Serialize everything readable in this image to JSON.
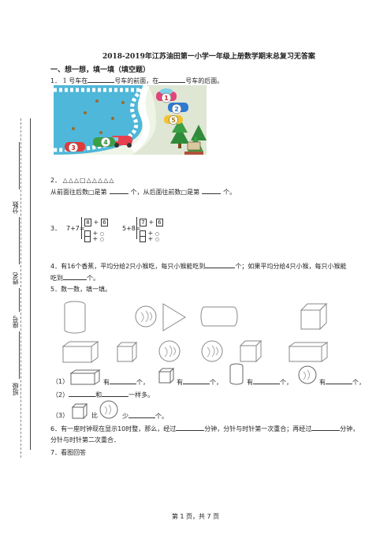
{
  "title": "2018-2019年江苏油田第一小学一年级上册数学期末总复习无答案",
  "section1": "一、想一想，填一填（填空题）",
  "q1": {
    "num": "1．",
    "icon_text": "1",
    "part_a": "号车在",
    "part_b": "号车的前面，在",
    "part_c": "号车的后面。"
  },
  "q2": {
    "num": "2．",
    "sequence": "△△△□△△△△△",
    "line_a": "从前面往后数□是第",
    "line_b": "个，从后面往前数□是第",
    "line_c": "个。"
  },
  "q3": {
    "num": "3．",
    "eq1": "7+7=",
    "eq1_top_a": "8",
    "eq1_top_b": "6",
    "eq2": "5+8=",
    "eq2_top_a": "7",
    "eq2_top_b": "6",
    "plus": "+"
  },
  "q4": {
    "num": "4．",
    "line1_a": "有16个香蕉，平均分给2只小猴吃，每只小猴能吃到",
    "line1_b": "个；如果平均分给4只小猴，每只小猴能",
    "line2_a": "吃到",
    "line2_b": "个。"
  },
  "q5": {
    "num": "5．",
    "text": "数一数，填一填。",
    "r1": "（1）",
    "r1_unit": "有",
    "r1_ge": "个，",
    "r2": "（2）",
    "r2_and": "和",
    "r2_same": "一样多。",
    "r3": "（3）",
    "r3_bi": "比",
    "r3_shao": "少",
    "r3_ge": "个。"
  },
  "q6": {
    "num": "6．",
    "line1_a": "有一座时钟现在显示10时整，那么，经过",
    "line1_b": "分钟，分针与时针第一次重合；再经过",
    "line1_c": "分钟，",
    "line2": "分针与时针第二次重合．"
  },
  "q7": {
    "num": "7．",
    "text": "看图回答"
  },
  "footer": "第 1 页，共 7 页",
  "margin": {
    "score": "分数",
    "name": "姓名",
    "seat": "座号",
    "class": "班级"
  },
  "picture_numbers": [
    "1",
    "2",
    "3",
    "4",
    "5"
  ]
}
